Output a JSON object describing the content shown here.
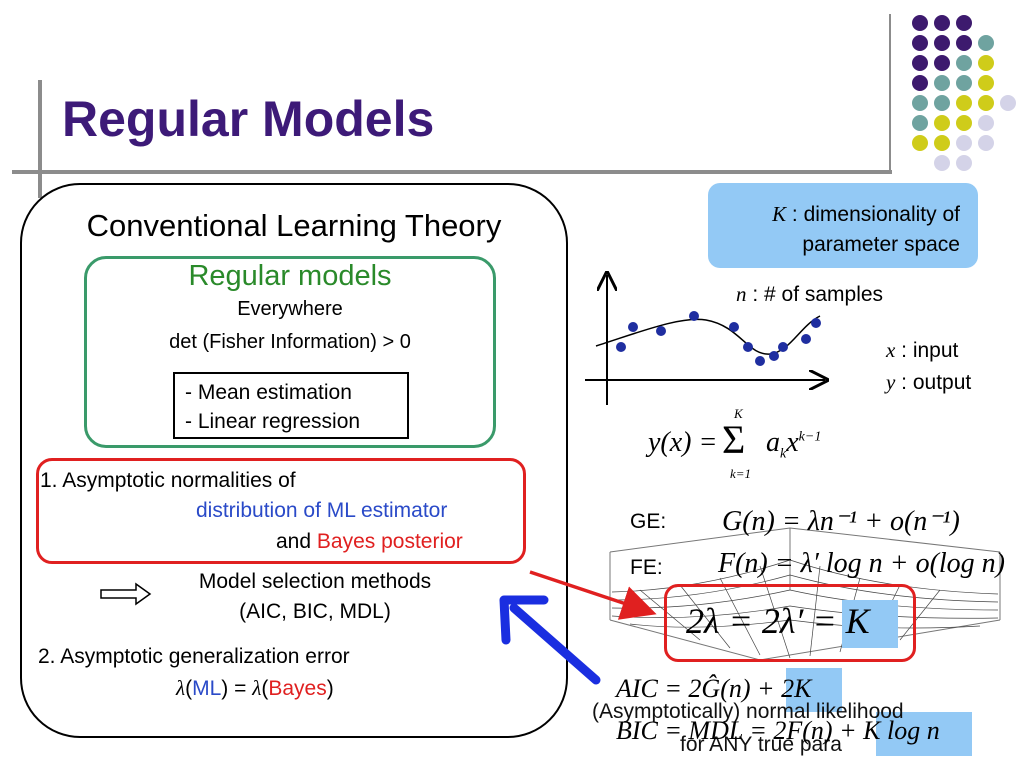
{
  "slide": {
    "title": "Regular Models"
  },
  "decor": {
    "dot_colors": {
      "purple": "#3d1a6e",
      "teal": "#6fa3a0",
      "yellow": "#cfcc1a",
      "lavender": "#d4d3e8"
    },
    "accent_blue": "#93c9f5",
    "accent_red": "#e02020",
    "arrow_blue": "#1a2ee0",
    "green": "#3a9a6a"
  },
  "main_box": {
    "heading": "Conventional Learning Theory",
    "regular_models": {
      "title": "Regular models",
      "line1": "Everywhere",
      "line2": "det (Fisher Information) > 0",
      "items": [
        "- Mean estimation",
        "- Linear regression"
      ]
    },
    "point1": {
      "line1": "1. Asymptotic normalities of",
      "line2": "distribution of ML estimator",
      "and": "and",
      "bayes": "Bayes posterior"
    },
    "model_selection": {
      "line1": "Model selection methods",
      "line2": "(AIC, BIC, MDL)"
    },
    "point2": {
      "line1": "2. Asymptotic generalization error",
      "lambda": "λ",
      "open": "(",
      "ml": "ML",
      "mid": ") = ",
      "bayes": "Bayes",
      "close": ")"
    }
  },
  "info": {
    "k_symbol": "K",
    "k_text": " : dimensionality of",
    "k_text2": "parameter space",
    "n_symbol": "n",
    "n_text": " : # of samples",
    "x_symbol": "x",
    "x_text": " : input",
    "y_symbol": "y",
    "y_text": " : output"
  },
  "formulas": {
    "poly": "y(x) = Σ a_k x^(k−1)",
    "sum_top": "K",
    "sum_bottom": "k=1",
    "ge_label": "GE:",
    "ge": "G(n) = λn⁻¹ + o(n⁻¹)",
    "fe_label": "FE:",
    "fe": "F(n) = λ′ log n + o(log n)",
    "key": "2λ = 2λ′ = ",
    "key_k": "K",
    "aic": "AIC = 2Ĝ(n) + ",
    "aic_k": "2K",
    "bic": "BIC = MDL = 2F(n) + ",
    "bic_k": "K log n",
    "overlap1": "(Asymptotically) normal likelihood",
    "overlap2": "for ANY true para"
  }
}
